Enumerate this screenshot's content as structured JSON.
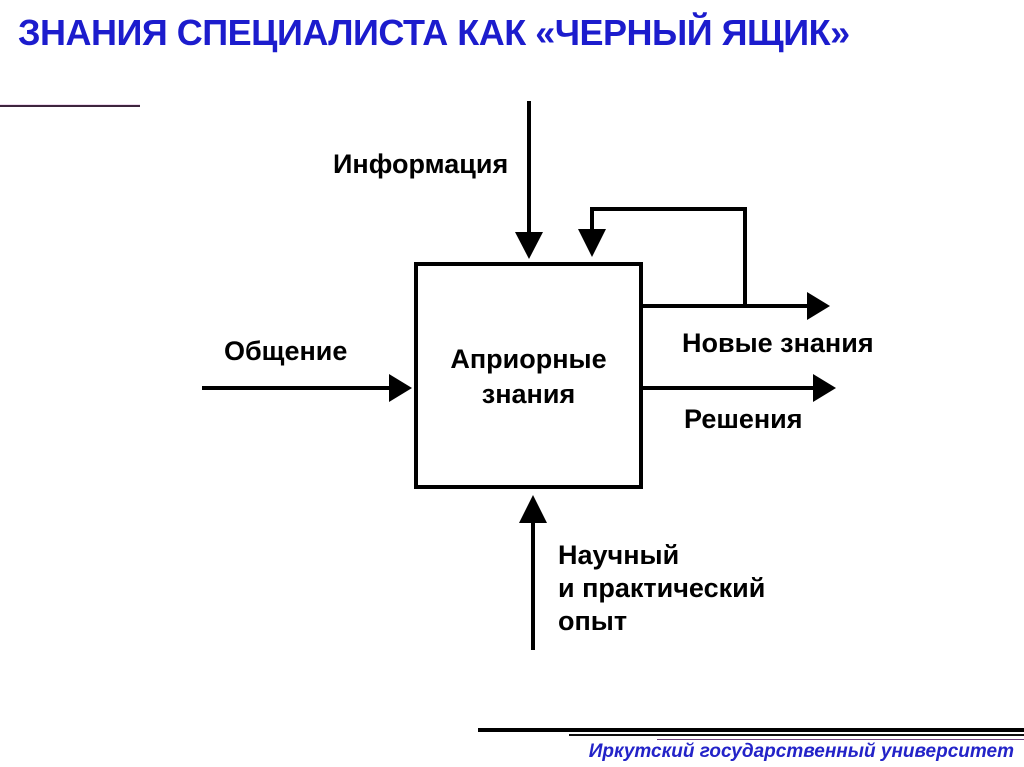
{
  "slide": {
    "title": "ЗНАНИЯ СПЕЦИАЛИСТА КАК «ЧЕРНЫЙ ЯЩИК»",
    "footer_text": "Иркутский государственный университет"
  },
  "diagram": {
    "box_label": "Априорные\nзнания",
    "input_top_label": "Информация",
    "input_left_label": "Общение",
    "input_bottom_label": "Научный\nи практический\nопыт",
    "output_new_knowledge_label": "Новые знания",
    "output_decisions_label": "Решения"
  },
  "colors": {
    "title_blue": "#1c1ccd",
    "footer_blue": "#2323c8",
    "accent_purple": "#3d253d",
    "footer_purple": "#6b3d7a",
    "diagram_black": "#000000"
  }
}
